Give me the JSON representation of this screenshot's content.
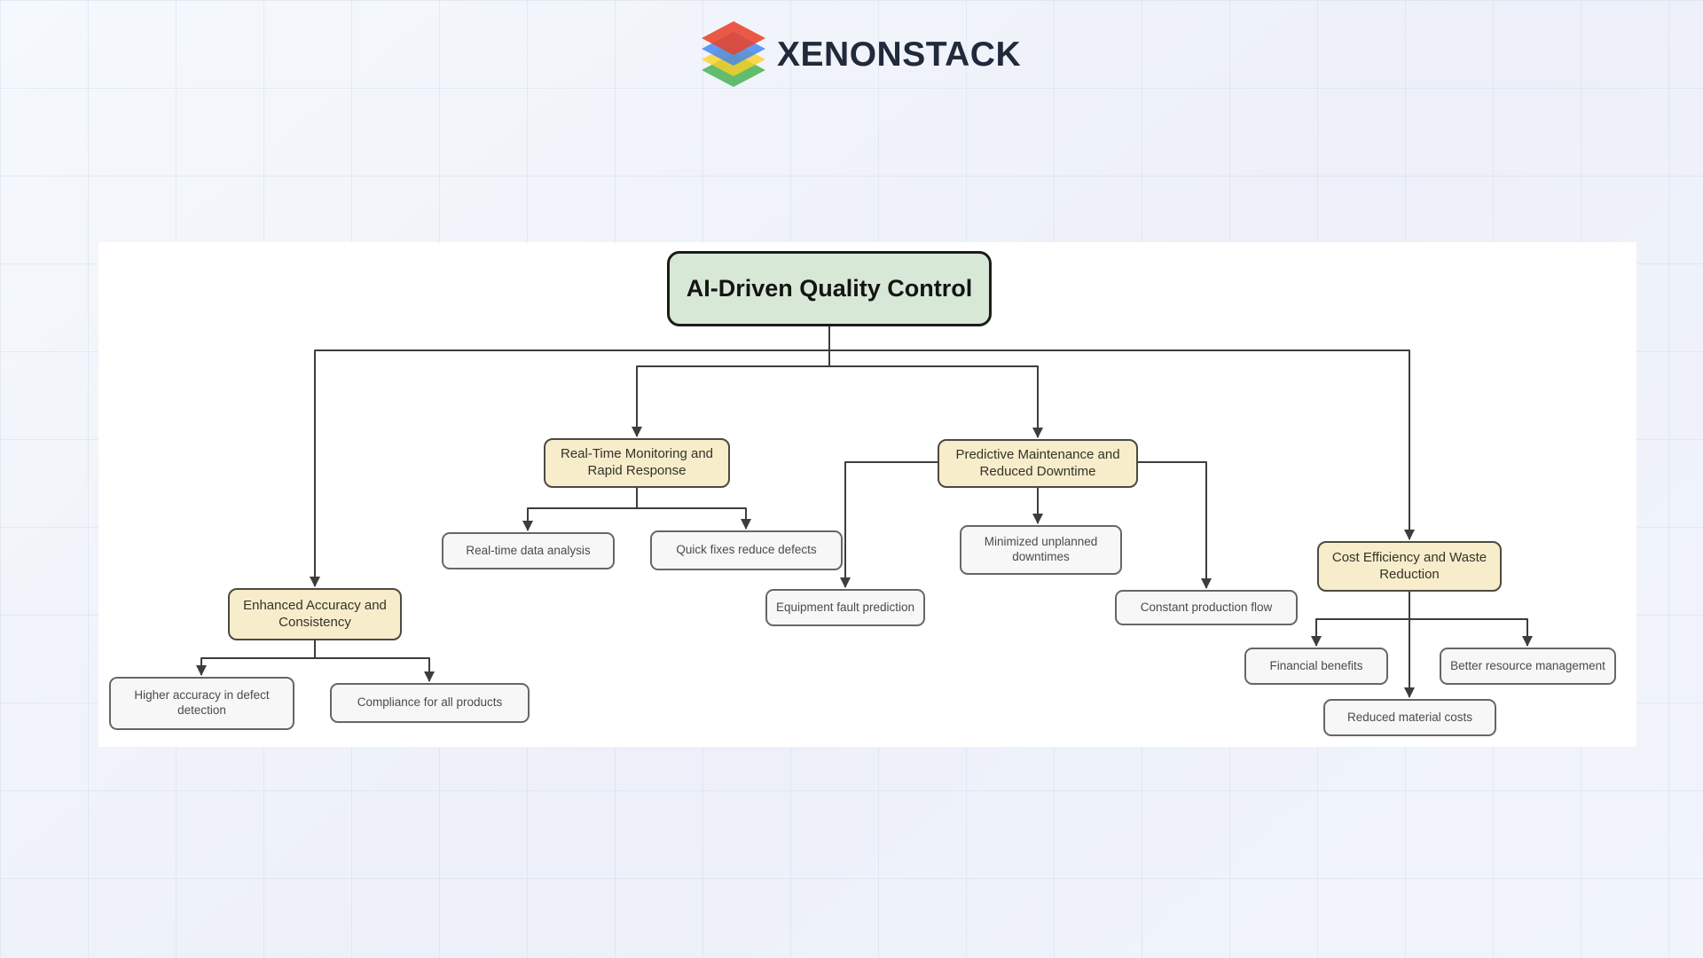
{
  "logo": {
    "text": "XENONSTACK"
  },
  "diagram": {
    "colors": {
      "root_fill": "#d8e8d6",
      "root_border": "#1c1c1a",
      "branch_fill": "#f7edca",
      "branch_border": "#4c4a41",
      "leaf_fill": "#f7f7f7",
      "leaf_border": "#666666",
      "line": "#3d3d3d",
      "canvas": "#ffffff",
      "logo_text": "#202a3a",
      "logo_layers": [
        "#e8432c",
        "#3b82f6",
        "#ffd026",
        "#3fae4a"
      ]
    },
    "nodes": [
      {
        "id": "ai-driven-quality-control",
        "label": "AI-Driven Quality Control",
        "level": "root"
      },
      {
        "id": "enhanced-accuracy",
        "label": "Enhanced Accuracy and Consistency",
        "level": "branch"
      },
      {
        "id": "real-time-monitoring",
        "label": "Real-Time Monitoring and Rapid Response",
        "level": "branch"
      },
      {
        "id": "predictive-maintenance",
        "label": "Predictive Maintenance and Reduced Downtime",
        "level": "branch"
      },
      {
        "id": "cost-efficiency",
        "label": "Cost Efficiency and Waste Reduction",
        "level": "branch"
      },
      {
        "id": "higher-accuracy-defect-detection",
        "label": "Higher accuracy in defect detection",
        "level": "leaf"
      },
      {
        "id": "compliance-all-products",
        "label": "Compliance for all products",
        "level": "leaf"
      },
      {
        "id": "real-time-data-analysis",
        "label": "Real-time data analysis",
        "level": "leaf"
      },
      {
        "id": "quick-fixes-reduce-defects",
        "label": "Quick fixes reduce defects",
        "level": "leaf"
      },
      {
        "id": "minimized-unplanned-downtimes",
        "label": "Minimized unplanned downtimes",
        "level": "leaf"
      },
      {
        "id": "equipment-fault-prediction",
        "label": "Equipment fault prediction",
        "level": "leaf"
      },
      {
        "id": "constant-production-flow",
        "label": "Constant production flow",
        "level": "leaf"
      },
      {
        "id": "financial-benefits",
        "label": "Financial benefits",
        "level": "leaf"
      },
      {
        "id": "better-resource-management",
        "label": "Better resource management",
        "level": "leaf"
      },
      {
        "id": "reduced-material-costs",
        "label": "Reduced material costs",
        "level": "leaf"
      }
    ],
    "edges": [
      {
        "from": "ai-driven-quality-control",
        "to": "enhanced-accuracy"
      },
      {
        "from": "ai-driven-quality-control",
        "to": "real-time-monitoring"
      },
      {
        "from": "ai-driven-quality-control",
        "to": "predictive-maintenance"
      },
      {
        "from": "ai-driven-quality-control",
        "to": "cost-efficiency"
      },
      {
        "from": "enhanced-accuracy",
        "to": "higher-accuracy-defect-detection"
      },
      {
        "from": "enhanced-accuracy",
        "to": "compliance-all-products"
      },
      {
        "from": "real-time-monitoring",
        "to": "real-time-data-analysis"
      },
      {
        "from": "real-time-monitoring",
        "to": "quick-fixes-reduce-defects"
      },
      {
        "from": "predictive-maintenance",
        "to": "minimized-unplanned-downtimes"
      },
      {
        "from": "predictive-maintenance",
        "to": "equipment-fault-prediction"
      },
      {
        "from": "predictive-maintenance",
        "to": "constant-production-flow"
      },
      {
        "from": "cost-efficiency",
        "to": "financial-benefits"
      },
      {
        "from": "cost-efficiency",
        "to": "better-resource-management"
      },
      {
        "from": "cost-efficiency",
        "to": "reduced-material-costs"
      }
    ]
  }
}
